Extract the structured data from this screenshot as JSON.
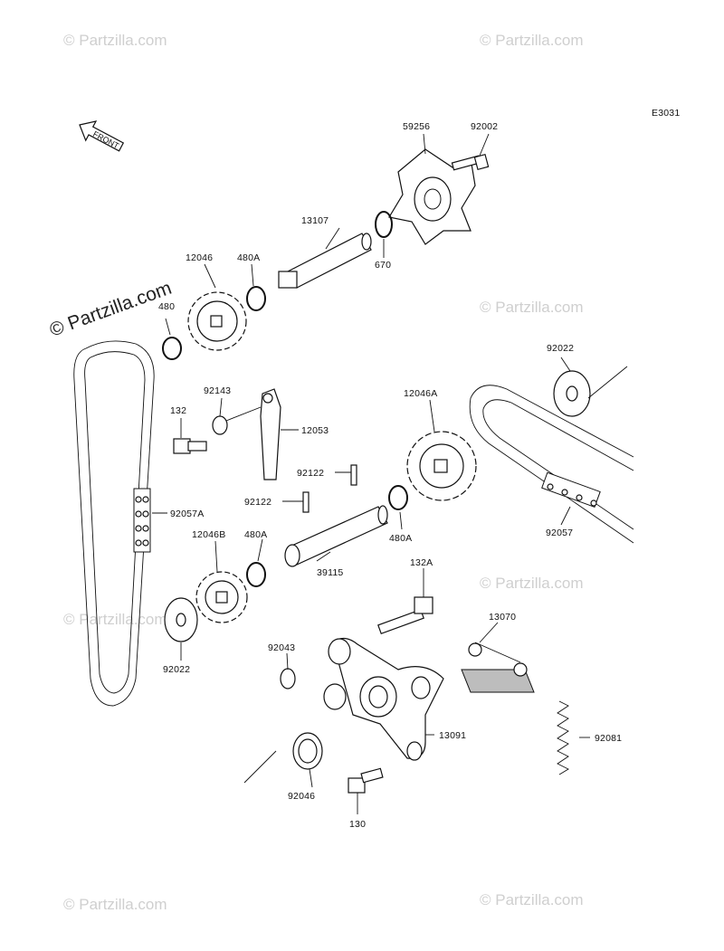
{
  "diagram_code": "E3031",
  "front_label": "FRONT",
  "watermark": {
    "text": "© Partzilla.com"
  },
  "labels": [
    "59256",
    "92002",
    "13107",
    "670",
    "12046",
    "480A",
    "480",
    "92022",
    "92143",
    "132",
    "12053",
    "12046A",
    "92122",
    "92122",
    "92057A",
    "480A",
    "39115",
    "12046B",
    "480A",
    "92057",
    "92022",
    "132A",
    "13070",
    "92043",
    "13091",
    "92081",
    "92046",
    "130"
  ]
}
